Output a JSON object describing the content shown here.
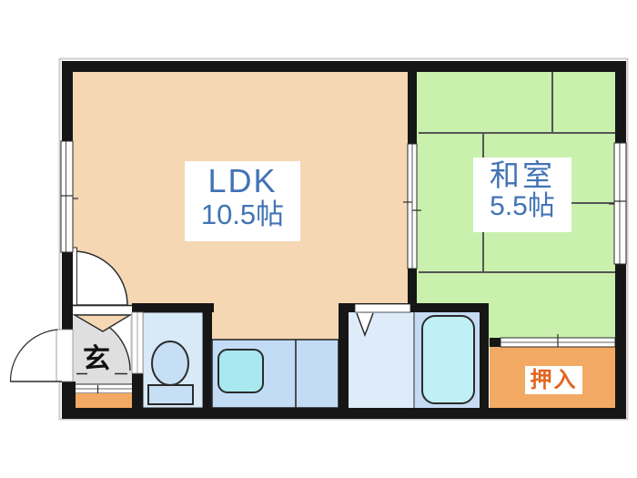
{
  "plan": {
    "rooms": {
      "ldk": {
        "label": "LDK",
        "size": "10.5帖"
      },
      "japanese_room": {
        "label": "和室",
        "size": "5.5帖"
      },
      "entrance": {
        "label": "玄"
      },
      "closet": {
        "label": "押入"
      }
    },
    "colors": {
      "wall": "#161616",
      "line": "#2b2b2b",
      "ldk-floor": "#F5D7B4",
      "tatami": "#C9F0AD",
      "tatami-line": "#555555",
      "genkan-floor": "#DFDFDF",
      "porch": "#F2A963",
      "closet-fill": "#F2A963",
      "closet-text": "#E2641E",
      "label-text": "#4273B4",
      "toilet-room": "#D8E9F8",
      "fixture": "#C7DFF5",
      "counter": "#C2DCF5",
      "sink": "#A8E8EF",
      "washroom": "#DEECF9",
      "bathroom": "#C5DBF3",
      "bathtub": "#BEF0F6",
      "frame": "#8a8a8a",
      "shadow": "#cccccc"
    }
  }
}
